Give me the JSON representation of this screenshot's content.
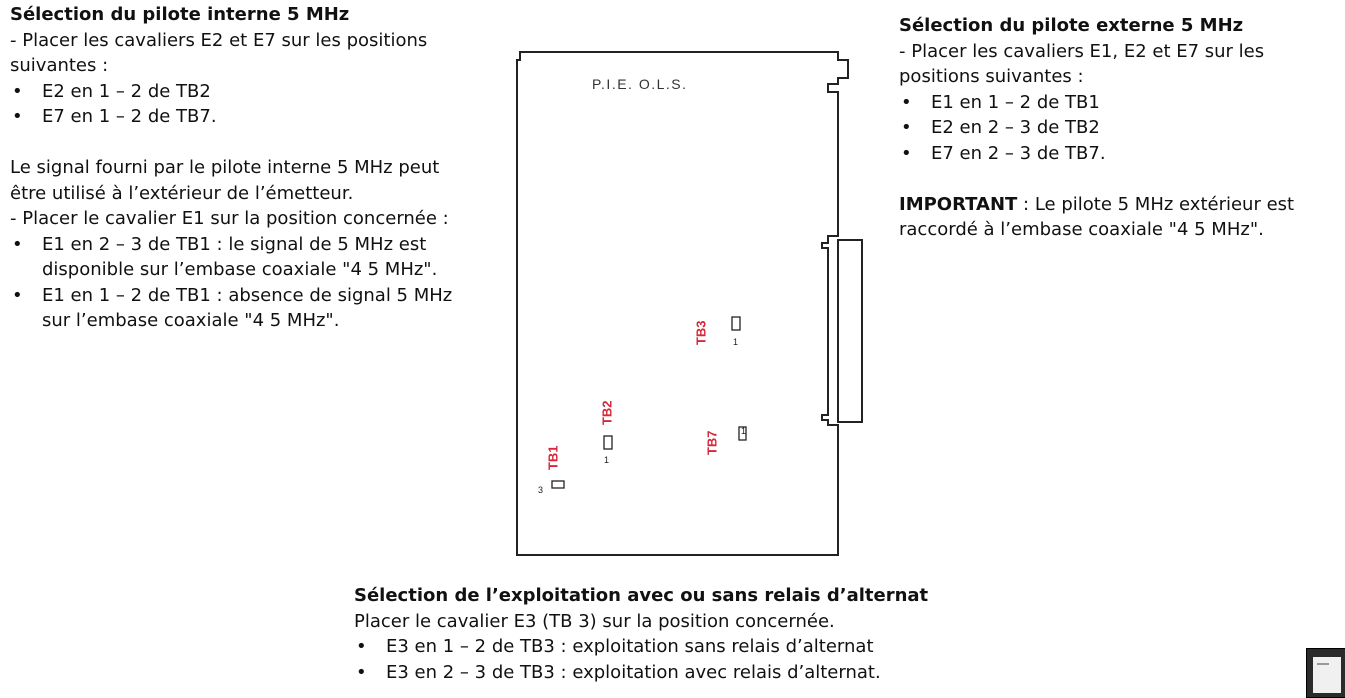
{
  "left": {
    "title": "Sélection du pilote interne 5 MHz",
    "intro": "- Placer les cavaliers E2 et E7 sur les positions suivantes :",
    "items": [
      "E2 en 1 – 2 de TB2",
      "E7 en 1 – 2 de TB7."
    ],
    "para": "Le signal fourni par le pilote interne 5 MHz peut être utilisé à l’extérieur de l’émetteur.",
    "instruction": "- Placer le cavalier E1 sur la position concernée :",
    "items2": [
      "E1 en 2 – 3 de TB1 : le signal de 5 MHz est disponible sur l’embase coaxiale \"4 5 MHz\".",
      "E1 en 1 – 2 de TB1 : absence de signal 5 MHz sur l’embase coaxiale \"4 5 MHz\"."
    ]
  },
  "right": {
    "title": "Sélection du pilote externe 5 MHz",
    "intro": "- Placer les cavaliers E1, E2 et E7 sur les positions suivantes :",
    "items": [
      "E1 en 1 – 2 de TB1",
      "E2 en 2 – 3 de TB2",
      "E7 en 2 – 3 de TB7."
    ],
    "important_label": "IMPORTANT",
    "important_text": " : Le pilote 5 MHz extérieur est raccordé à l’embase coaxiale \"4 5 MHz\"."
  },
  "board": {
    "title": "P.I.E. O.L.S.",
    "labels": {
      "tb1": "TB1",
      "tb2": "TB2",
      "tb3": "TB3",
      "tb7": "TB7"
    },
    "pin_labels": {
      "tb1": "3",
      "tb2": "1",
      "tb3": "1",
      "tb7": "1"
    },
    "label_color": "#d6283a"
  },
  "bottom": {
    "title": "Sélection de l’exploitation avec ou sans relais d’alternat",
    "intro": "Placer le cavalier E3 (TB 3) sur la position concernée.",
    "items": [
      "E3 en 1 – 2 de TB3 : exploitation sans relais d’alternat",
      "E3 en 2 – 3 de TB3 : exploitation avec relais d’alternat."
    ]
  }
}
